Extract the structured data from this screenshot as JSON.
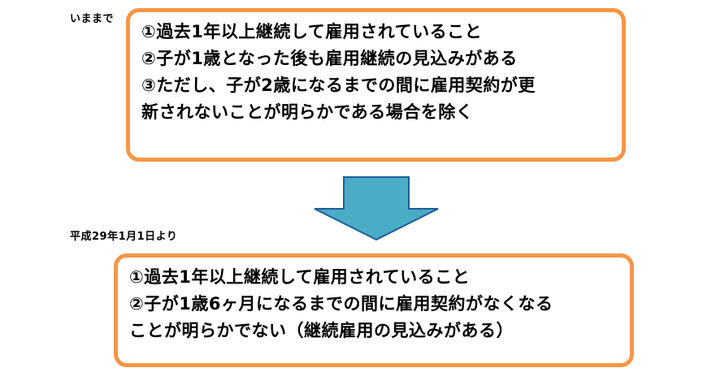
{
  "before": {
    "label": "いままで",
    "lines": [
      "①過去1年以上継続して雇用されていること",
      "②子が1歳となった後も雇用継続の見込みがある",
      "③ただし、子が2歳になるまでの間に雇用契約が更",
      "新されないことが明らかである場合を除く"
    ]
  },
  "after": {
    "label": "平成29年1月1日より",
    "lines": [
      "①過去1年以上継続して雇用されていること",
      "②子が1歳6ヶ月になるまでの間に雇用契約がなくなる",
      "ことが明らかでない（継続雇用の見込みがある）"
    ]
  },
  "colors": {
    "box_border": "#f79646",
    "arrow_fill": "#4bacc6",
    "arrow_stroke": "#1f5c99"
  }
}
